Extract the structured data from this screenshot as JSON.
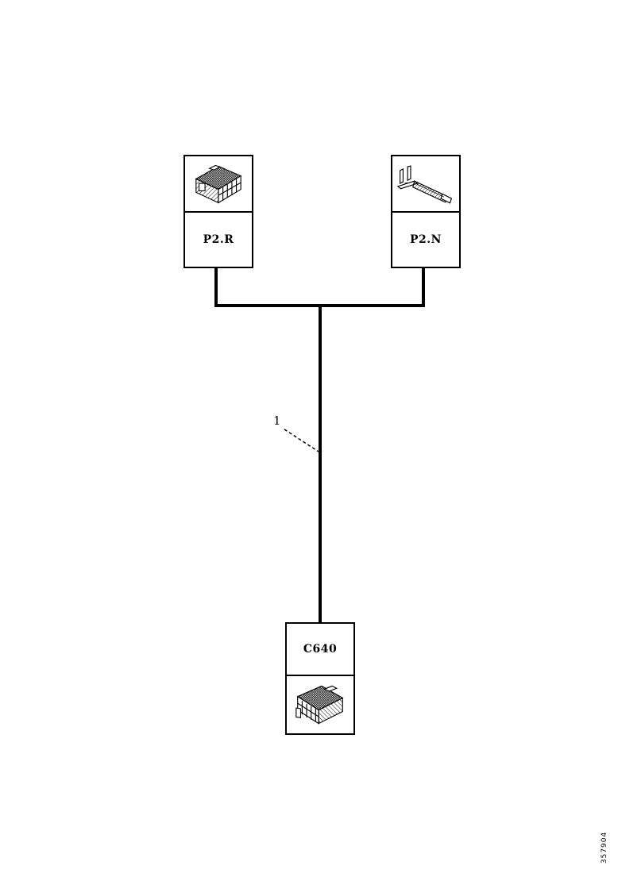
{
  "colors": {
    "background": "#ffffff",
    "ink": "#000000"
  },
  "diagram": {
    "nodes": {
      "p2r": {
        "label": "P2.R",
        "illustration": "multi-pin-connector-isometric"
      },
      "p2n": {
        "label": "P2.N",
        "illustration": "crimp-terminal-pin"
      },
      "c640": {
        "label": "C640",
        "illustration": "multi-pin-connector-isometric"
      }
    },
    "callout": {
      "label": "1"
    },
    "figure_id": {
      "text": "357904"
    }
  }
}
